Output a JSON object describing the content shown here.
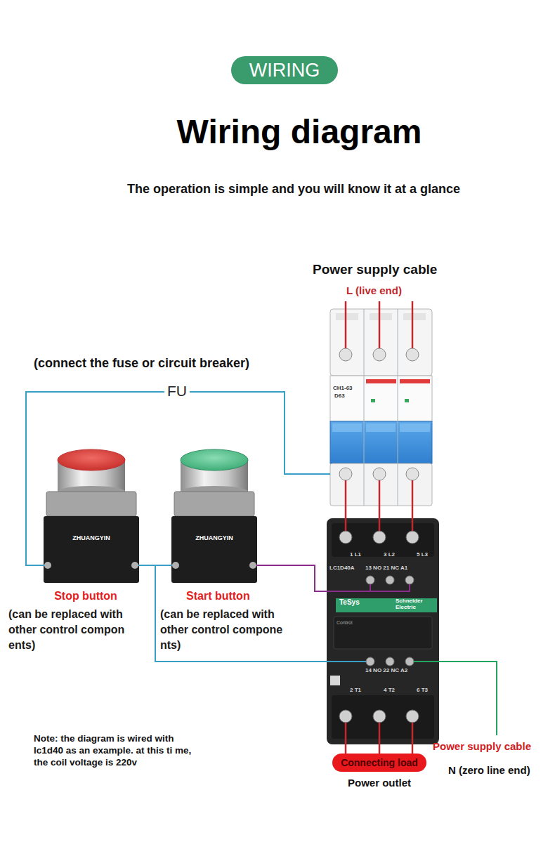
{
  "diagram": {
    "title": "Wiring diagram",
    "nodes": [
      {
        "text": [
          "WIRING"
        ]
      },
      {
        "text": [
          "CH1-63",
          "D63"
        ]
      },
      {
        "text": [
          "Stop button",
          "(can be replaced with other control compon ents)",
          "ZHUANGYIN"
        ]
      },
      {
        "text": [
          "Start button",
          "(can be replaced with other control compone nts)",
          "ZHUANGYIN"
        ]
      },
      {
        "text": [
          "1 L1",
          "3 L2",
          "5 L3",
          "LC1D40A",
          "13 NO 21 NC A1",
          "TeSys",
          "Schneider Electric",
          "Control",
          "14 NO 22 NC A2",
          "2 T1",
          "4 T2",
          "6 T3"
        ]
      },
      {
        "text": [
          "Connecting load"
        ]
      }
    ],
    "edges": [
      {
        "from": 1,
        "to": 2,
        "arrow": "none"
      },
      {
        "from": 2,
        "to": 3,
        "arrow": "none"
      },
      {
        "from": 3,
        "to": 4,
        "arrow": "none"
      },
      {
        "from": 3,
        "to": 4,
        "arrow": "none"
      },
      {
        "from": 1,
        "to": 4,
        "arrow": "none"
      },
      {
        "from": 1,
        "to": 4,
        "arrow": "none"
      },
      {
        "from": 1,
        "to": 4,
        "arrow": "none"
      },
      {
        "from": 4,
        "to": 5,
        "arrow": "none"
      },
      {
        "from": 4,
        "to": 5,
        "arrow": "none"
      },
      {
        "from": 4,
        "to": 5,
        "arrow": "none"
      }
    ],
    "labels": [
      "The operation is simple and you will know it at a glance",
      "Power supply cable",
      "L (live end)",
      "(connect the fuse or circuit breaker)",
      "FU",
      "Note: the diagram is wired with lc1d40 as an example. at this ti me, the coil voltage is 220v",
      "Power supply cable",
      "N (zero line end)",
      "Power outlet"
    ]
  }
}
